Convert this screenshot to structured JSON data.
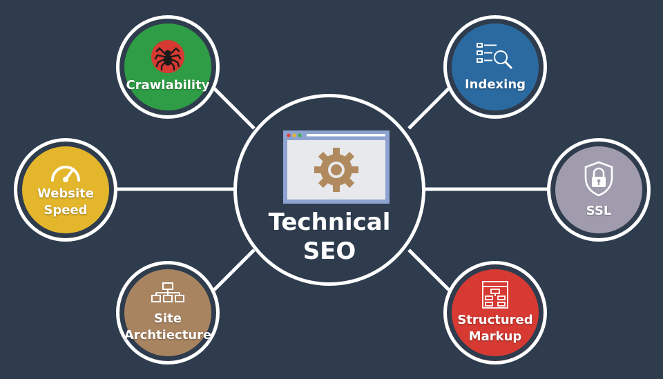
{
  "hub": {
    "line1": "Technical",
    "line2": "SEO"
  },
  "nodes": {
    "crawlability": {
      "label": "Crawlability",
      "color": "#2f9d45",
      "icon": "spider-icon"
    },
    "indexing": {
      "label": "Indexing",
      "color": "#2b6aa0",
      "icon": "index-search-icon"
    },
    "website_speed": {
      "line1": "Website",
      "line2": "Speed",
      "color": "#e3b62c",
      "icon": "speedometer-icon"
    },
    "ssl": {
      "label": "SSL",
      "color": "#a09cae",
      "icon": "shield-lock-icon"
    },
    "site_architecture": {
      "line1": "Site",
      "line2": "Archtiecture",
      "color": "#a88461",
      "icon": "sitemap-icon"
    },
    "structured_markup": {
      "line1": "Structured",
      "line2": "Markup",
      "color": "#d63a32",
      "icon": "markup-document-icon"
    }
  },
  "colors": {
    "background": "#2e3c4e",
    "outline": "#ffffff",
    "gear": "#b08a5e",
    "window": "#8ea3cf"
  }
}
